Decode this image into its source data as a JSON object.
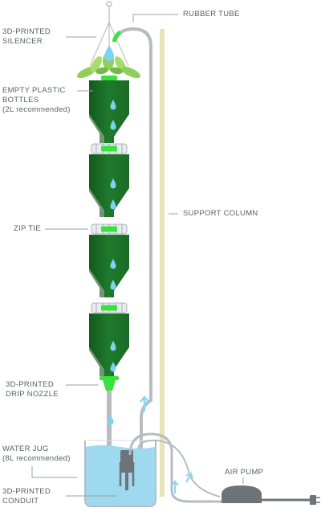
{
  "labels": {
    "rubber_tube": "RUBBER TUBE",
    "silencer_1": "3D-PRINTED",
    "silencer_2": "SILENCER",
    "bottles_1": "EMPTY PLASTIC",
    "bottles_2": "BOTTLES",
    "bottles_3": "(2L recommended)",
    "support_column": "SUPPORT COLUMN",
    "zip_tie": "ZIP TIE",
    "nozzle_1": "3D-PRINTED",
    "nozzle_2": "DRIP NOZZLE",
    "jug_1": "WATER JUG",
    "jug_2": "(8L recommended)",
    "conduit_1": "3D-PRINTED",
    "conduit_2": "CONDUIT",
    "air_pump": "AIR PUMP"
  },
  "colors": {
    "bottle_green": "#1f7a2c",
    "bottle_dark": "#14591f",
    "neon_green": "#39e23f",
    "water_drop": "#7fd3f0",
    "water_jug": "#9ed9f0",
    "tube_gray": "#b8bcc0",
    "support_column": "#e6e4b8",
    "pump_gray": "#6e7378",
    "label_text": "#5a5e63"
  }
}
